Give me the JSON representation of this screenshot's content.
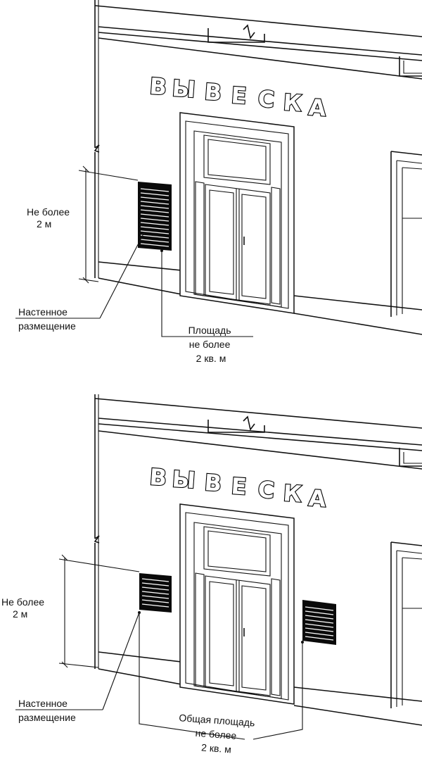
{
  "panels": [
    {
      "sign_letters": [
        "В",
        "Ы",
        "В",
        "Е",
        "С",
        "К",
        "А"
      ],
      "height_label": [
        "Не более",
        "2 м"
      ],
      "placement_label": [
        "Настенное",
        "размещение"
      ],
      "area_label": [
        "Площадь",
        "не более",
        "2 кв. м"
      ]
    },
    {
      "sign_letters": [
        "В",
        "Ы",
        "В",
        "Е",
        "С",
        "К",
        "А"
      ],
      "height_label": [
        "Не более",
        "2 м"
      ],
      "placement_label": [
        "Настенное",
        "размещение"
      ],
      "area_label": [
        "Общая площадь",
        "не более",
        "2 кв. м"
      ]
    }
  ]
}
